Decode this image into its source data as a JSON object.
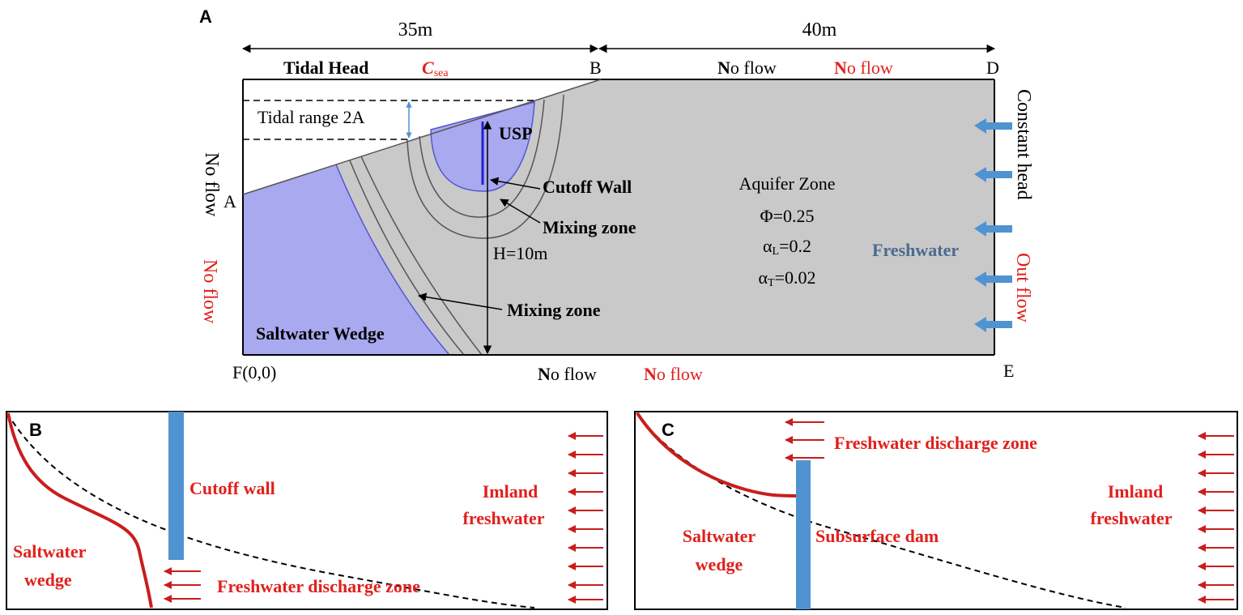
{
  "colors": {
    "saltwater": "#a9a9f0",
    "saltwater_edge": "#5555d0",
    "aquifer": "#c9c9c9",
    "red_text": "#e0201c",
    "dark_red": "#c81e1e",
    "blue_arrow": "#4f93d1",
    "fresh_label": "#4a6b8f",
    "wall_blue": "#4f93d1"
  },
  "panel_a": {
    "label": "A",
    "dim_left": "35m",
    "dim_right": "40m",
    "top_left_black": "Tidal Head",
    "top_left_red_main": "C",
    "top_left_red_sub": "sea",
    "corner_b": "B",
    "top_right_black_bold": "N",
    "top_right_black_rest": "o flow",
    "top_right_red_bold": "N",
    "top_right_red_rest": "o flow",
    "corner_d": "D",
    "corner_a": "A",
    "left_side_black": "No flow",
    "left_side_red": "No flow",
    "right_side_black": "Constant head",
    "right_side_red": "Out flow",
    "tidal_range": "Tidal range 2A",
    "usp": "USP",
    "cutoff_wall": "Cutoff Wall",
    "mixing_zone_upper": "Mixing zone",
    "mixing_zone_lower": "Mixing zone",
    "depth_label": "H=10m",
    "aquifer_title": "Aquifer Zone",
    "param_phi": "Φ=0.25",
    "param_alpha_l_main": "α",
    "param_alpha_l_sub": "L",
    "param_alpha_l_val": "=0.2",
    "param_alpha_t_main": "α",
    "param_alpha_t_sub": "T",
    "param_alpha_t_val": "=0.02",
    "freshwater": "Freshwater",
    "saltwater_wedge": "Saltwater Wedge",
    "corner_f": "F(0,0)",
    "bottom_black_bold": "N",
    "bottom_black_rest": "o flow",
    "bottom_red_bold": "N",
    "bottom_red_rest": "o flow",
    "corner_e": "E"
  },
  "panel_b": {
    "label": "B",
    "cutoff_wall": "Cutoff  wall",
    "inland_line1": "Imland",
    "inland_line2": "freshwater",
    "salt_line1": "Saltwater",
    "salt_line2": "wedge",
    "discharge": "Freshwater discharge zone"
  },
  "panel_c": {
    "label": "C",
    "discharge": "Freshwater discharge zone",
    "inland_line1": "Imland",
    "inland_line2": "freshwater",
    "salt_line1": "Saltwater",
    "salt_line2": "wedge",
    "dam": "Subsurface  dam"
  }
}
